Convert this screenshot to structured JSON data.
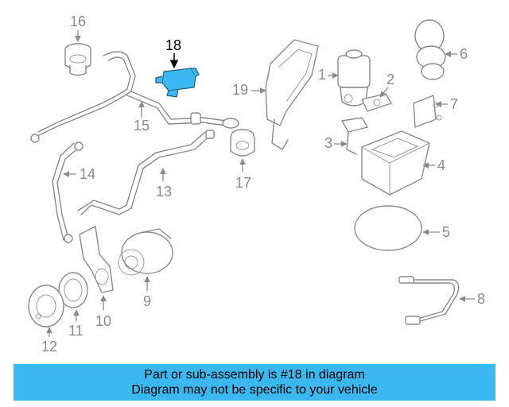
{
  "highlight": {
    "part_number": "18",
    "color": "#3cb8f0"
  },
  "callouts": [
    "1",
    "2",
    "3",
    "4",
    "5",
    "6",
    "7",
    "8",
    "9",
    "10",
    "11",
    "12",
    "13",
    "14",
    "15",
    "16",
    "17",
    "18",
    "19"
  ],
  "banner": {
    "line1": "Part or sub-assembly is #18 in diagram",
    "line2": "Diagram may not be specific to your vehicle",
    "background": "#3cb8f0"
  }
}
